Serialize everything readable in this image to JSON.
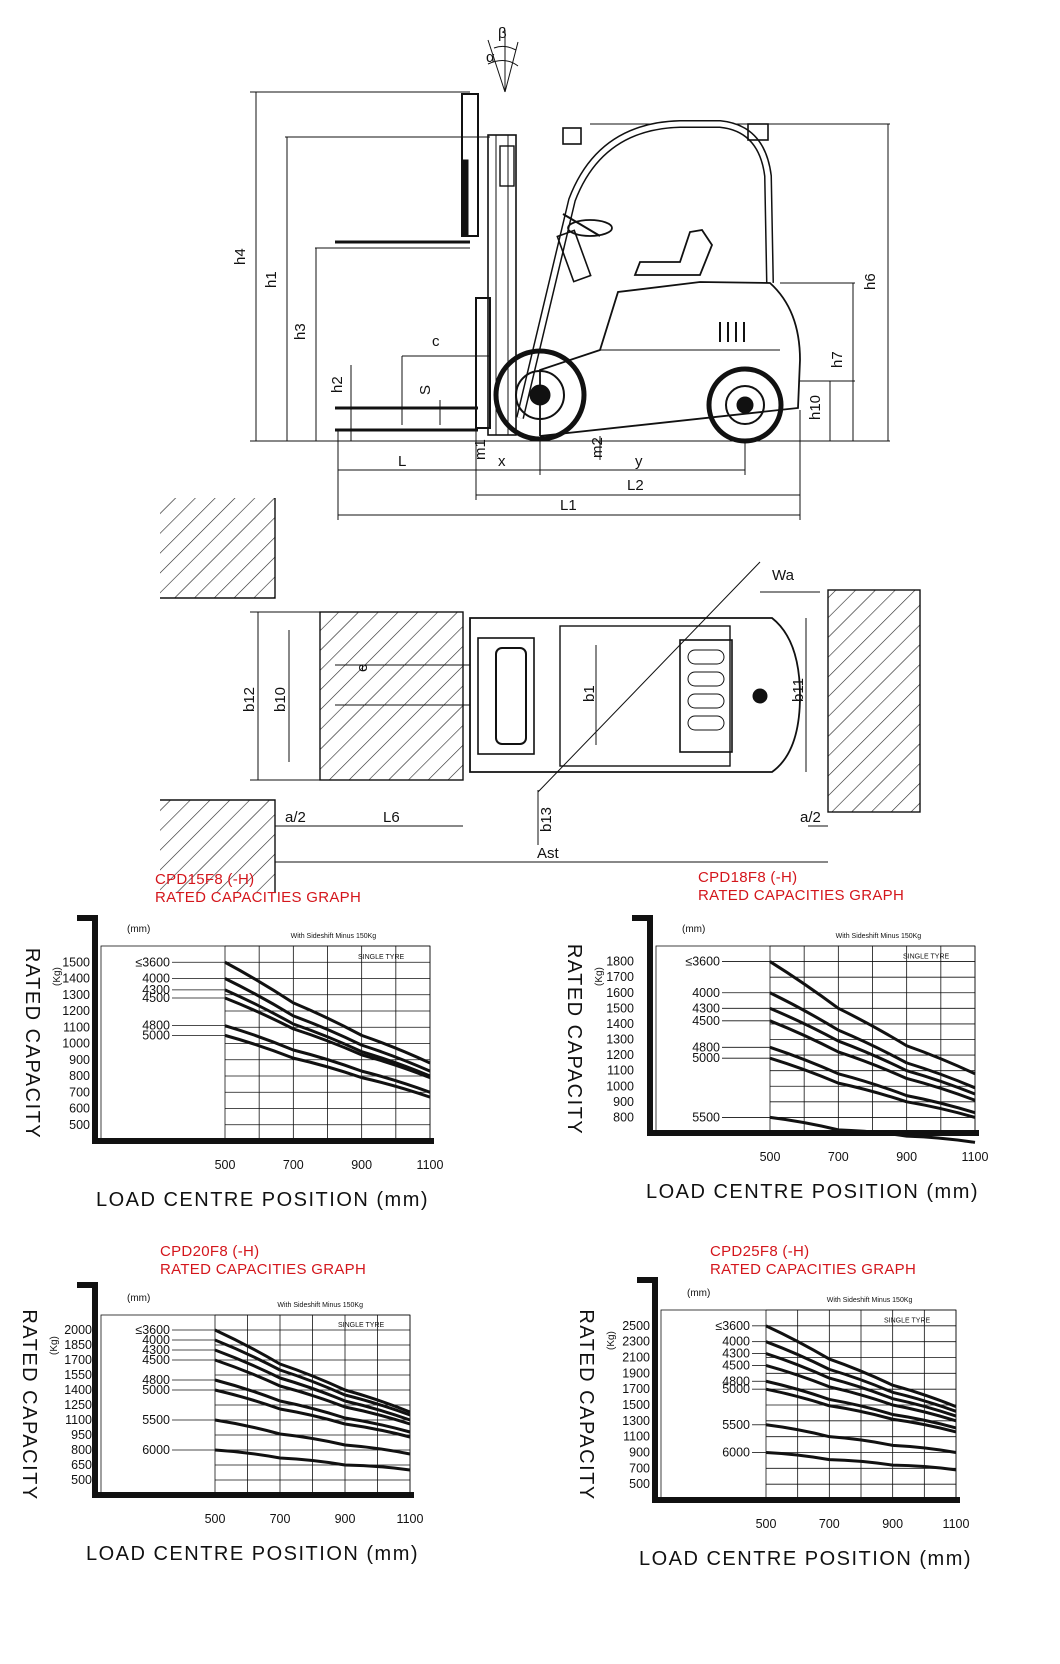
{
  "drawing": {
    "side_labels": [
      "h4",
      "h1",
      "h3",
      "h2",
      "c",
      "S",
      "m1",
      "x",
      "m2",
      "y",
      "L",
      "L2",
      "L1",
      "h6",
      "h7",
      "h10"
    ],
    "angle_labels": [
      "α",
      "β"
    ],
    "top_labels": [
      "Wa",
      "b12",
      "b10",
      "e",
      "b1",
      "b11",
      "a/2",
      "L6",
      "b13",
      "a/2",
      "Ast"
    ]
  },
  "charts": [
    {
      "title": "CPD15F8  (-H)",
      "subtitle": "RATED CAPACITIES GRAPH",
      "ylabel": "RATED CAPACITY",
      "yunit": "(Kg)",
      "xlabel": "LOAD CENTRE POSITION  (mm)",
      "mast_unit": "(mm)",
      "note": "With Sideshift Minus 150Kg",
      "tyre": "SINGLE TYRE"
    },
    {
      "title": "CPD18F8  (-H)",
      "subtitle": "RATED CAPACITIES GRAPH",
      "ylabel": "RATED CAPACITY",
      "yunit": "(Kg)",
      "xlabel": "LOAD CENTRE POSITION  (mm)",
      "mast_unit": "(mm)",
      "note": "With Sideshift Minus 150Kg",
      "tyre": "SINGLE  TYRE"
    },
    {
      "title": "CPD20F8  (-H)",
      "subtitle": "RATED CAPACITIES GRAPH",
      "ylabel": "RATED CAPACITY",
      "yunit": "(Kg)",
      "xlabel": "LOAD CENTRE POSITION  (mm)",
      "mast_unit": "(mm)",
      "note": "With Sideshift Minus 150Kg",
      "tyre": "SINGLE TYRE"
    },
    {
      "title": "CPD25F8  (-H)",
      "subtitle": "RATED CAPACITIES GRAPH",
      "ylabel": "RATED CAPACITY",
      "yunit": "(Kg)",
      "xlabel": "LOAD CENTRE POSITION  (mm)",
      "mast_unit": "(mm)",
      "note": "With Sideshift Minus 150Kg",
      "tyre": "SINGLE  TYRE"
    }
  ],
  "chart_data": [
    {
      "type": "line",
      "x_ticks": [
        "500",
        "700",
        "900",
        "1100"
      ],
      "y_ticks": [
        "1500",
        "1400",
        "1300",
        "1200",
        "1100",
        "1000",
        "900",
        "800",
        "700",
        "600",
        "500"
      ],
      "mast_heights": [
        "≤3600",
        "4000",
        "4300",
        "4500",
        "4800",
        "5000"
      ],
      "xlim": [
        500,
        1100
      ],
      "series": [
        {
          "name": "≤3600",
          "x": [
            500,
            700,
            900,
            1100
          ],
          "y": [
            1500,
            1250,
            1050,
            880
          ]
        },
        {
          "name": "4000",
          "x": [
            500,
            700,
            900,
            1100
          ],
          "y": [
            1400,
            1170,
            990,
            830
          ]
        },
        {
          "name": "4300",
          "x": [
            500,
            700,
            900,
            1100
          ],
          "y": [
            1330,
            1120,
            950,
            800
          ]
        },
        {
          "name": "4500",
          "x": [
            500,
            700,
            900,
            1100
          ],
          "y": [
            1280,
            1090,
            930,
            790
          ]
        },
        {
          "name": "4800",
          "x": [
            500,
            700,
            900,
            1100
          ],
          "y": [
            1110,
            960,
            830,
            700
          ]
        },
        {
          "name": "5000",
          "x": [
            500,
            700,
            900,
            1100
          ],
          "y": [
            1050,
            910,
            790,
            670
          ]
        }
      ]
    },
    {
      "type": "line",
      "x_ticks": [
        "500",
        "700",
        "900",
        "1100"
      ],
      "y_ticks": [
        "1800",
        "1700",
        "1600",
        "1500",
        "1400",
        "1300",
        "1200",
        "1100",
        "1000",
        "900",
        "800"
      ],
      "mast_heights": [
        "≤3600",
        "4000",
        "4300",
        "4500",
        "4800",
        "5000",
        "5500"
      ],
      "xlim": [
        500,
        1100
      ],
      "series": [
        {
          "name": "≤3600",
          "x": [
            500,
            700,
            900,
            1100
          ],
          "y": [
            1800,
            1500,
            1260,
            1080
          ]
        },
        {
          "name": "4000",
          "x": [
            500,
            700,
            900,
            1100
          ],
          "y": [
            1600,
            1360,
            1150,
            990
          ]
        },
        {
          "name": "4300",
          "x": [
            500,
            700,
            900,
            1100
          ],
          "y": [
            1500,
            1290,
            1100,
            950
          ]
        },
        {
          "name": "4500",
          "x": [
            500,
            700,
            900,
            1100
          ],
          "y": [
            1420,
            1220,
            1050,
            910
          ]
        },
        {
          "name": "4800",
          "x": [
            500,
            700,
            900,
            1100
          ],
          "y": [
            1250,
            1080,
            940,
            830
          ]
        },
        {
          "name": "5000",
          "x": [
            500,
            700,
            900,
            1100
          ],
          "y": [
            1180,
            1020,
            900,
            800
          ]
        },
        {
          "name": "5500",
          "x": [
            500,
            700,
            900,
            1100
          ],
          "y": [
            800,
            720,
            680,
            640
          ]
        }
      ]
    },
    {
      "type": "line",
      "x_ticks": [
        "500",
        "700",
        "900",
        "1100"
      ],
      "y_ticks": [
        "2000",
        "1850",
        "1700",
        "1550",
        "1400",
        "1250",
        "1100",
        "950",
        "800",
        "650",
        "500"
      ],
      "mast_heights": [
        "≤3600",
        "4000",
        "4300",
        "4500",
        "4800",
        "5000",
        "5500",
        "6000"
      ],
      "xlim": [
        500,
        1100
      ],
      "series": [
        {
          "name": "≤3600",
          "x": [
            500,
            700,
            900,
            1100
          ],
          "y": [
            2000,
            1660,
            1400,
            1180
          ]
        },
        {
          "name": "4000",
          "x": [
            500,
            700,
            900,
            1100
          ],
          "y": [
            1900,
            1600,
            1350,
            1150
          ]
        },
        {
          "name": "4300",
          "x": [
            500,
            700,
            900,
            1100
          ],
          "y": [
            1800,
            1520,
            1290,
            1100
          ]
        },
        {
          "name": "4500",
          "x": [
            500,
            700,
            900,
            1100
          ],
          "y": [
            1700,
            1440,
            1230,
            1060
          ]
        },
        {
          "name": "4800",
          "x": [
            500,
            700,
            900,
            1100
          ],
          "y": [
            1500,
            1290,
            1120,
            980
          ]
        },
        {
          "name": "5000",
          "x": [
            500,
            700,
            900,
            1100
          ],
          "y": [
            1400,
            1210,
            1060,
            930
          ]
        },
        {
          "name": "5500",
          "x": [
            500,
            700,
            900,
            1100
          ],
          "y": [
            1100,
            960,
            850,
            760
          ]
        },
        {
          "name": "6000",
          "x": [
            500,
            700,
            900,
            1100
          ],
          "y": [
            800,
            720,
            650,
            600
          ]
        }
      ]
    },
    {
      "type": "line",
      "x_ticks": [
        "500",
        "700",
        "900",
        "1100"
      ],
      "y_ticks": [
        "2500",
        "2300",
        "2100",
        "1900",
        "1700",
        "1500",
        "1300",
        "1100",
        "900",
        "700",
        "500"
      ],
      "mast_heights": [
        "≤3600",
        "4000",
        "4300",
        "4500",
        "4800",
        "5000",
        "5500",
        "6000"
      ],
      "xlim": [
        500,
        1100
      ],
      "series": [
        {
          "name": "≤3600",
          "x": [
            500,
            700,
            900,
            1100
          ],
          "y": [
            2500,
            2080,
            1750,
            1480
          ]
        },
        {
          "name": "4000",
          "x": [
            500,
            700,
            900,
            1100
          ],
          "y": [
            2300,
            1950,
            1660,
            1420
          ]
        },
        {
          "name": "4300",
          "x": [
            500,
            700,
            900,
            1100
          ],
          "y": [
            2150,
            1840,
            1580,
            1360
          ]
        },
        {
          "name": "4500",
          "x": [
            500,
            700,
            900,
            1100
          ],
          "y": [
            2000,
            1730,
            1500,
            1300
          ]
        },
        {
          "name": "4800",
          "x": [
            500,
            700,
            900,
            1100
          ],
          "y": [
            1800,
            1570,
            1380,
            1210
          ]
        },
        {
          "name": "5000",
          "x": [
            500,
            700,
            900,
            1100
          ],
          "y": [
            1700,
            1490,
            1320,
            1160
          ]
        },
        {
          "name": "5500",
          "x": [
            500,
            700,
            900,
            1100
          ],
          "y": [
            1250,
            1100,
            990,
            900
          ]
        },
        {
          "name": "6000",
          "x": [
            500,
            700,
            900,
            1100
          ],
          "y": [
            900,
            810,
            740,
            680
          ]
        }
      ]
    }
  ]
}
